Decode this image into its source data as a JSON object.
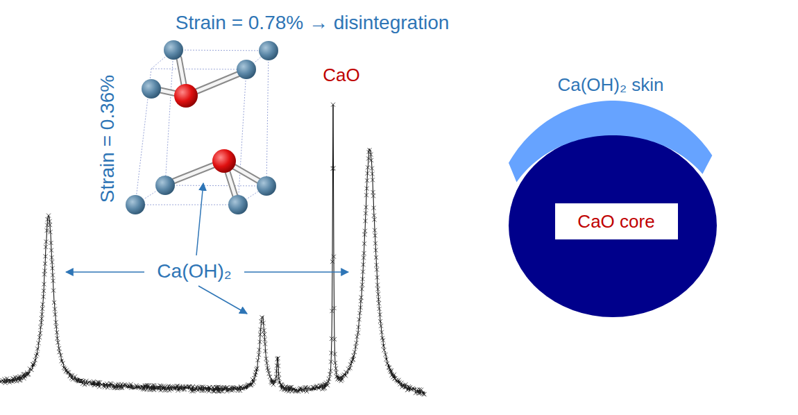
{
  "diagram": {
    "nodes": [
      {
        "text": [
          "Ca(OH)₂ skin"
        ]
      },
      {
        "text": [
          "CaO core"
        ]
      }
    ],
    "labels": [
      "Strain = 0.78% → disintegration",
      "Strain = 0.36%",
      "CaO",
      "Ca(OH)₂"
    ]
  }
}
